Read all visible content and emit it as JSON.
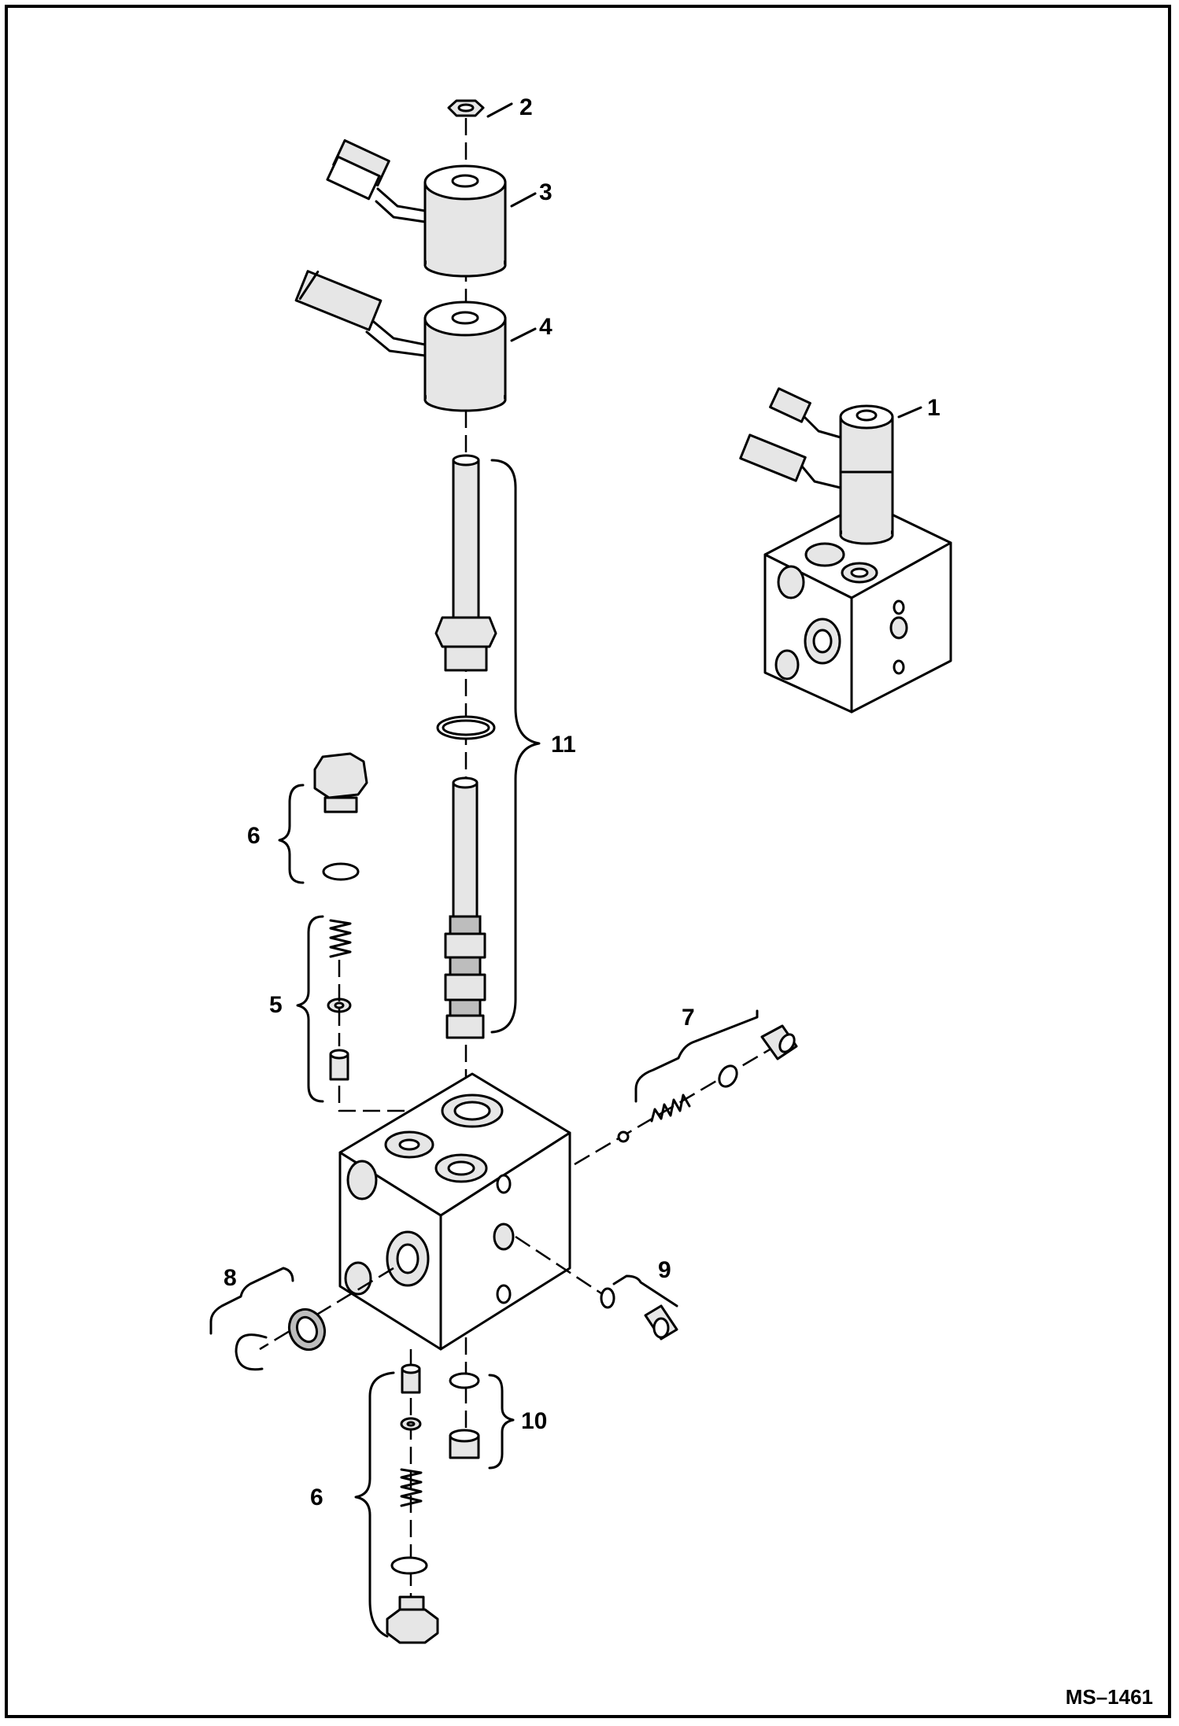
{
  "diagram": {
    "drawing_code": "MS–1461",
    "callouts": [
      {
        "id": "c1",
        "text": "1"
      },
      {
        "id": "c2",
        "text": "2"
      },
      {
        "id": "c3",
        "text": "3"
      },
      {
        "id": "c4",
        "text": "4"
      },
      {
        "id": "c5",
        "text": "5"
      },
      {
        "id": "c6a",
        "text": "6"
      },
      {
        "id": "c6b",
        "text": "6"
      },
      {
        "id": "c7",
        "text": "7"
      },
      {
        "id": "c8",
        "text": "8"
      },
      {
        "id": "c9",
        "text": "9"
      },
      {
        "id": "c10",
        "text": "10"
      },
      {
        "id": "c11",
        "text": "11"
      }
    ]
  }
}
